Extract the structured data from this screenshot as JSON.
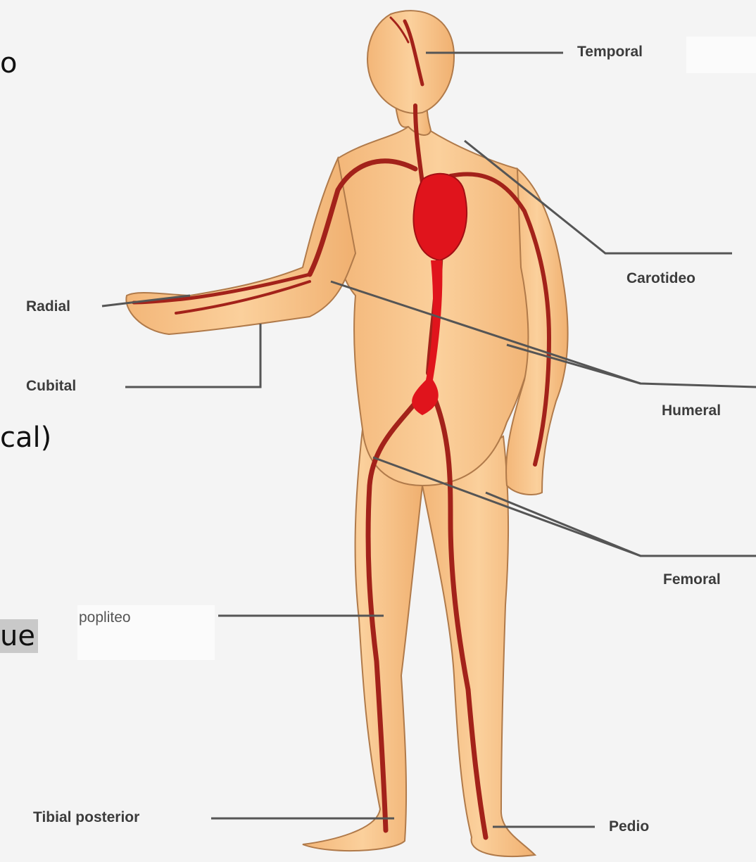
{
  "fragments": {
    "f1": "o",
    "f2": "cal)",
    "f3": "ue"
  },
  "labels": {
    "temporal": "Temporal",
    "carotideo": "Carotideo",
    "radial": "Radial",
    "cubital": "Cubital",
    "humeral": "Humeral",
    "femoral": "Femoral",
    "popliteo": "popliteo",
    "tibial_posterior": "Tibial posterior",
    "pedio": "Pedio"
  },
  "colors": {
    "skin": "#f7c48a",
    "skin_outline": "#b07a4a",
    "artery": "#a3221a",
    "heart": "#e0141c",
    "leader": "#555555",
    "highlight": "#c9c9c9"
  }
}
